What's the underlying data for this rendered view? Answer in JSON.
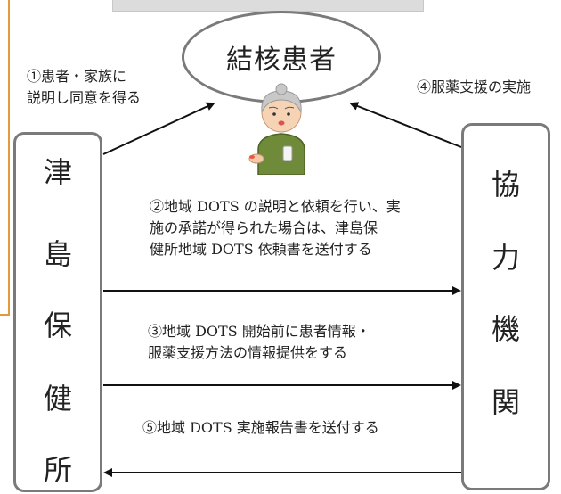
{
  "patient": {
    "label": "結核患者"
  },
  "left_box": {
    "chars": [
      "津",
      "島",
      "保",
      "健",
      "所"
    ]
  },
  "right_box": {
    "chars": [
      "協",
      "力",
      "機",
      "関"
    ]
  },
  "steps": {
    "step1": "①患者・家族に\n説明し同意を得る",
    "step2": "②地域 DOTS の説明と依頼を行い、実\n施の承諾が得られた場合は、津島保\n健所地域 DOTS 依頼書を送付する",
    "step3": "③地域 DOTS 開始前に患者情報・\n服薬支援方法の情報提供をする",
    "step4": "④服薬支援の実施",
    "step5": "⑤地域 DOTS 実施報告書を送付する"
  },
  "colors": {
    "arrow": "#111111",
    "box_border": "#7a7a7a",
    "accent_orange": "#e39a3c"
  }
}
